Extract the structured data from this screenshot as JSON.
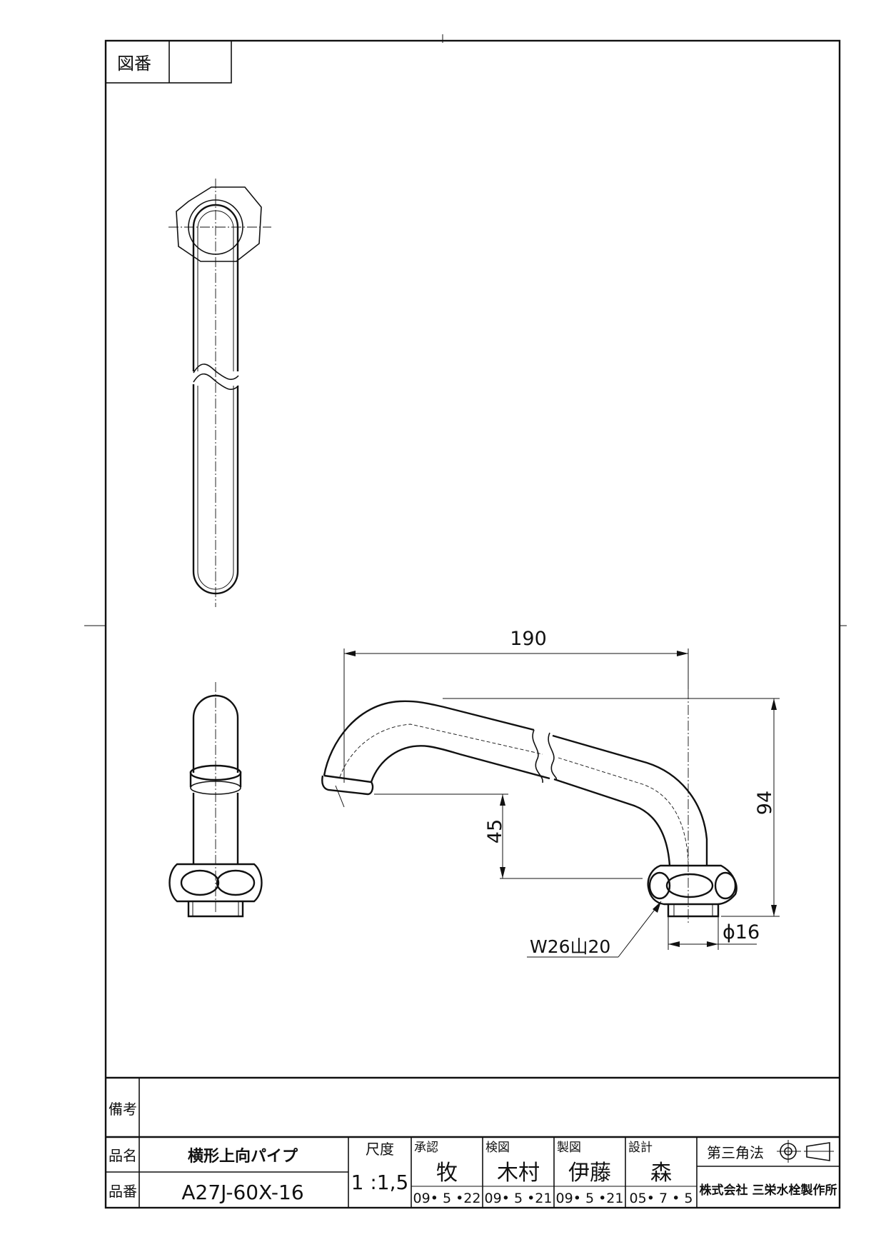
{
  "drawing_no": {
    "label": "図番",
    "value": ""
  },
  "dimensions": {
    "length": "190",
    "height": "94",
    "spout_rise": "45",
    "outer_dia": "ϕ16",
    "thread": "W26山20"
  },
  "remarks": {
    "label": "備考",
    "value": ""
  },
  "product": {
    "name_label": "品名",
    "name": "横形上向パイプ",
    "number_label": "品番",
    "number": "A27J-60X-16"
  },
  "scale": {
    "label": "尺度",
    "value": "1 :1,5"
  },
  "approvals": [
    {
      "role": "承認",
      "name": "牧",
      "date": "09• 5 •22"
    },
    {
      "role": "検図",
      "name": "木村",
      "date": "09• 5 •21"
    },
    {
      "role": "製図",
      "name": "伊藤",
      "date": "09• 5 •21"
    },
    {
      "role": "設計",
      "name": "森",
      "date": "05• 7 • 5"
    }
  ],
  "projection": {
    "label": "第三角法",
    "icon": "third-angle-projection-icon"
  },
  "company": "株式会社 三栄水栓製作所"
}
